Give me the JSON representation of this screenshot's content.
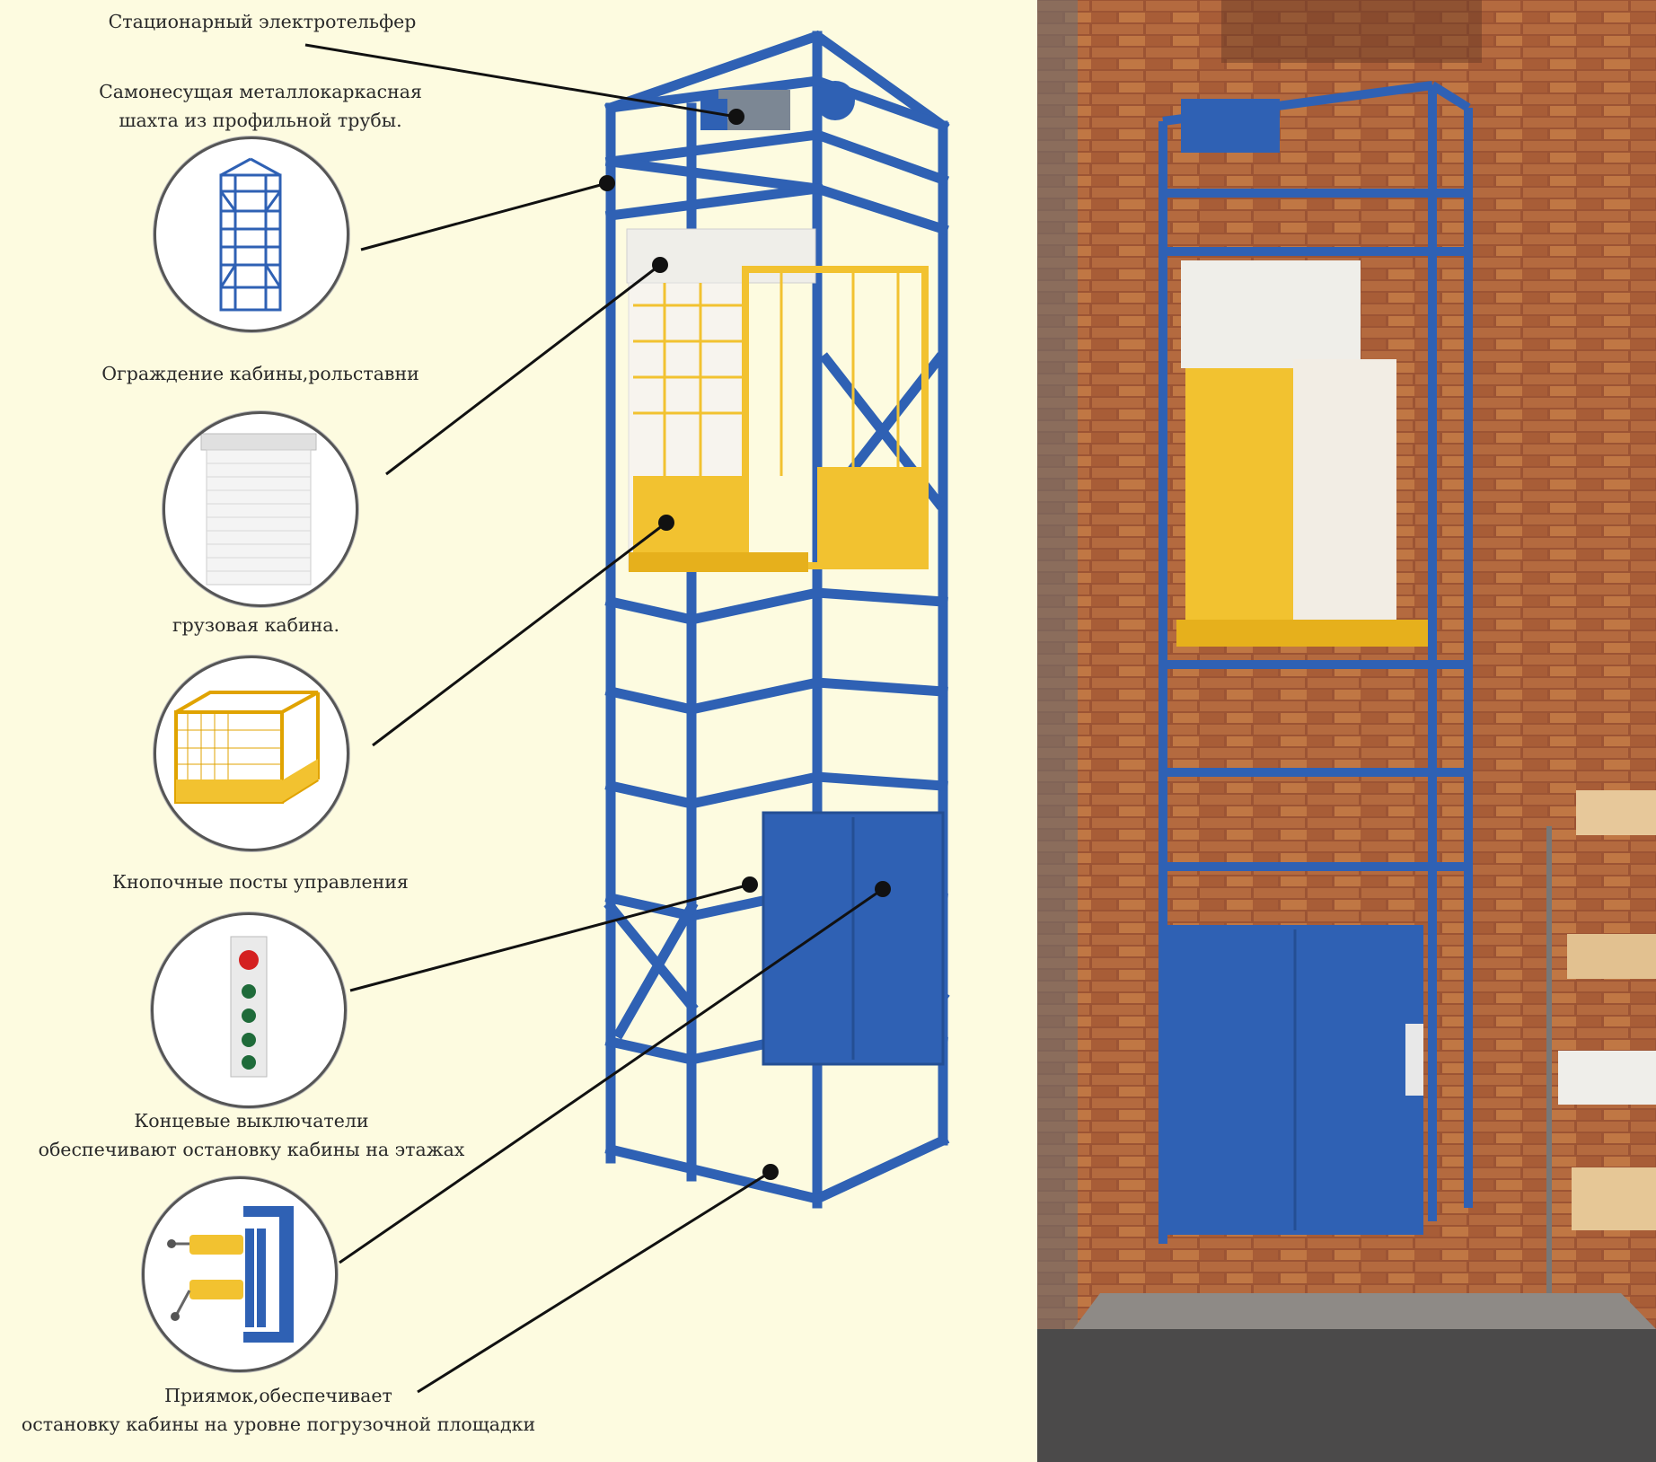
{
  "colors": {
    "background": "#fdfbe0",
    "frame_blue": "#2f61b4",
    "cabin_yellow": "#f2c230",
    "brick": "#9c5434",
    "leader_line": "#111111"
  },
  "labels": [
    {
      "id": "hoist",
      "lines": [
        "Стационарный электротельфер"
      ]
    },
    {
      "id": "shaft",
      "lines": [
        "Самонесущая металлокаркасная",
        "шахта из профильной трубы."
      ]
    },
    {
      "id": "shutter",
      "lines": [
        "Ограждение кабины,рольставни"
      ]
    },
    {
      "id": "cabin",
      "lines": [
        "грузовая кабина."
      ]
    },
    {
      "id": "buttons",
      "lines": [
        "Кнопочные посты управления"
      ]
    },
    {
      "id": "switches",
      "lines": [
        "Концевые выключатели",
        "обеспечивают остановку кабины на этажах"
      ]
    },
    {
      "id": "pit",
      "lines": [
        "Приямок,обеспечивает",
        "остановку кабины на уровне погрузочной площадки"
      ]
    }
  ],
  "icons": [
    "shaft-frame-icon",
    "roller-shutter-icon",
    "cargo-cabin-icon",
    "button-post-icon",
    "limit-switch-icon"
  ]
}
